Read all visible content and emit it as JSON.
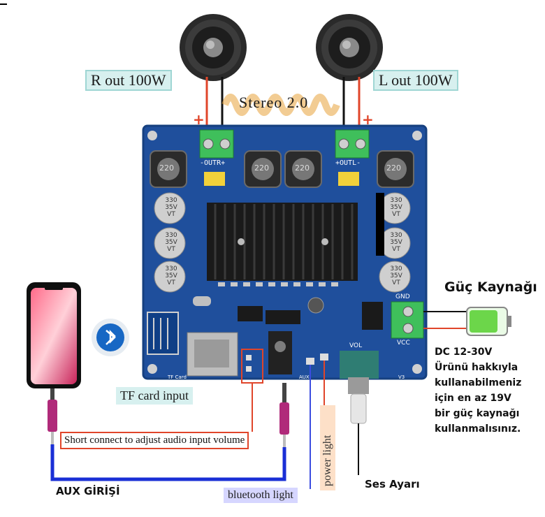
{
  "labels": {
    "r_out": "R out 100W",
    "l_out": "L out 100W",
    "stereo": "Stereo 2.0",
    "tf_card": "TF card input",
    "short_connect": "Short connect to adjust audio input volume",
    "power_source": "Güç Kaynağı",
    "power_desc": [
      "DC 12-30V",
      "Ürünü hakkıyla",
      "kullanabilmeniz",
      "için en az 19V",
      "bir güç kaynağı",
      "kullanmalısınız."
    ],
    "power_light": "power light",
    "bluetooth_light": "bluetooth light",
    "aux": "AUX GİRİŞİ",
    "volume": "Ses Ayarı"
  },
  "board": {
    "out_r": "-OUTR+",
    "out_l": "+OUTL-",
    "gnd": "GND",
    "vcc": "VCC",
    "vol": "VOL",
    "tf_card": "TF Card",
    "aux": "AUX",
    "version": "V3",
    "inductor_value": "220",
    "capacitor_lines": [
      "330",
      "35V",
      "VT"
    ]
  },
  "colors": {
    "board": "#1f4f9c",
    "wire_red": "#e0452a",
    "wire_blue": "#1a2fd6",
    "terminal": "#3fbf5b"
  }
}
